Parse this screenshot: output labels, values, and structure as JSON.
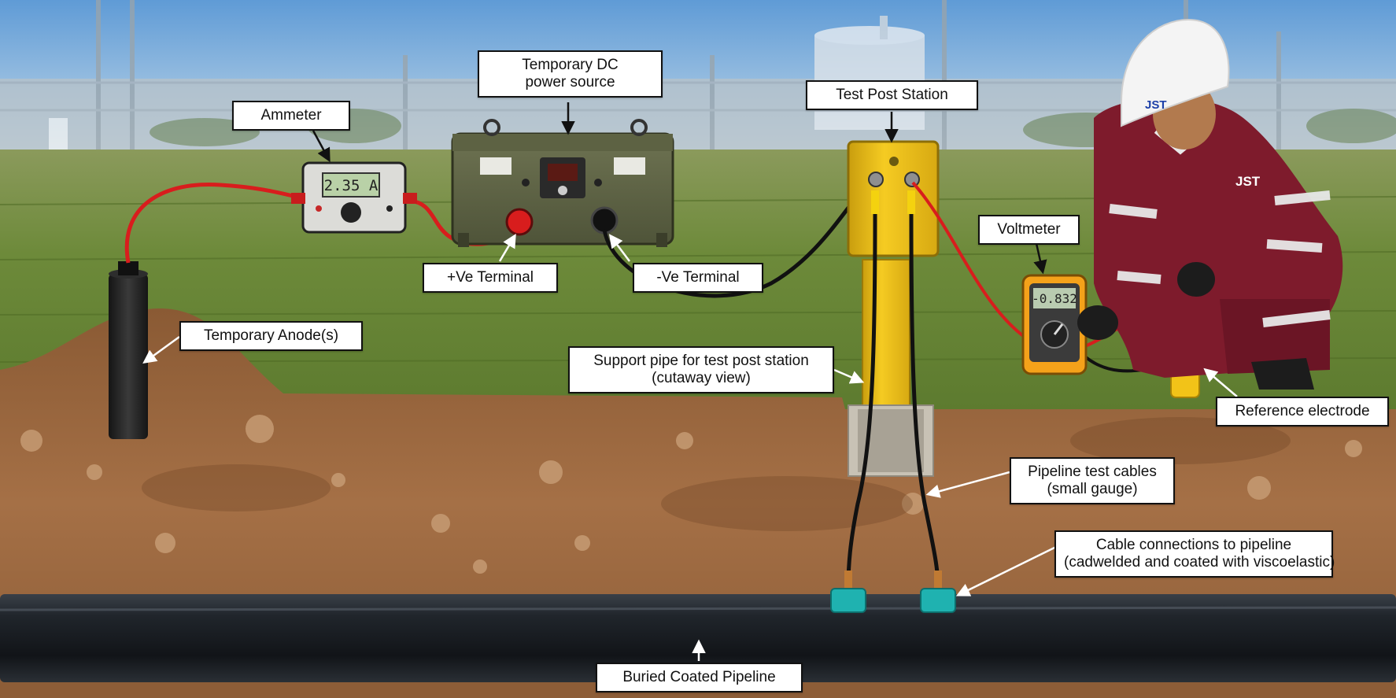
{
  "labels": {
    "ammeter": "Ammeter",
    "dc_source_line1": "Temporary DC",
    "dc_source_line2": "power source",
    "test_post": "Test Post Station",
    "voltmeter": "Voltmeter",
    "positive_terminal": "+Ve Terminal",
    "negative_terminal": "-Ve Terminal",
    "temporary_anode": "Temporary Anode(s)",
    "support_pipe_line1": "Support pipe for test post station",
    "support_pipe_line2": "(cutaway view)",
    "reference_electrode": "Reference electrode",
    "test_cables_line1": "Pipeline test cables",
    "test_cables_line2": "(small gauge)",
    "cable_connections_line1": "Cable connections to pipeline",
    "cable_connections_line2": "(cadwelded and coated with viscoelastic)",
    "buried_pipeline": "Buried Coated Pipeline"
  },
  "instruments": {
    "ammeter_reading": "2.35 A",
    "voltmeter_reading": "-0.832"
  },
  "branding": {
    "helmet_logo": "JST",
    "suit_logo": "JST"
  },
  "colors": {
    "sky": "#7fb0dc",
    "grass": "#6f8f3c",
    "soil": "#9b6a3f",
    "pipeline": "#1b1f24",
    "test_post": "#f2c318",
    "coverall": "#7e1b2c",
    "positive_cable": "#d81d1d",
    "negative_cable": "#111111",
    "voltmeter_body": "#f5a21a"
  }
}
